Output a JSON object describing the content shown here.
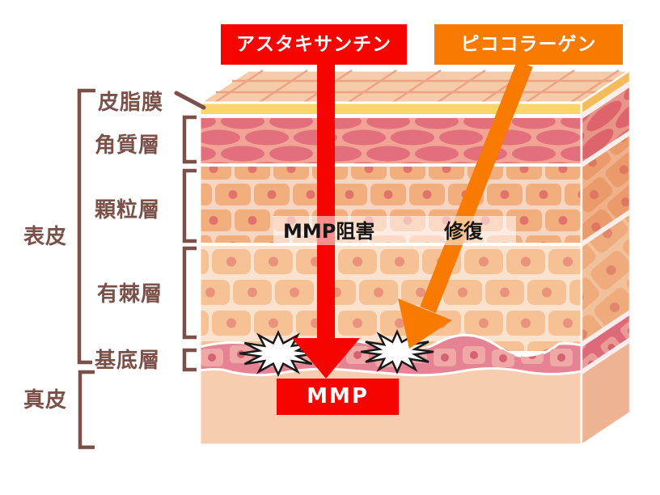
{
  "colors": {
    "red": "#f60400",
    "orange": "#f87a00",
    "label_brown": "#7a5048",
    "ink": "#161616"
  },
  "callouts": {
    "astaxanthin": "アスタキサンチン",
    "pico_collagen": "ピココラーゲン",
    "mmp": "MMP",
    "mmp_inhibition": "MMP阻害",
    "repair": "修復"
  },
  "skin_layers": {
    "sebum_film": "皮脂膜",
    "stratum_corneum": "角質層",
    "granular_layer": "顆粒層",
    "spinous_layer": "有棘層",
    "basal_layer": "基底層"
  },
  "skin_regions": {
    "epidermis": "表皮",
    "dermis": "真皮"
  }
}
